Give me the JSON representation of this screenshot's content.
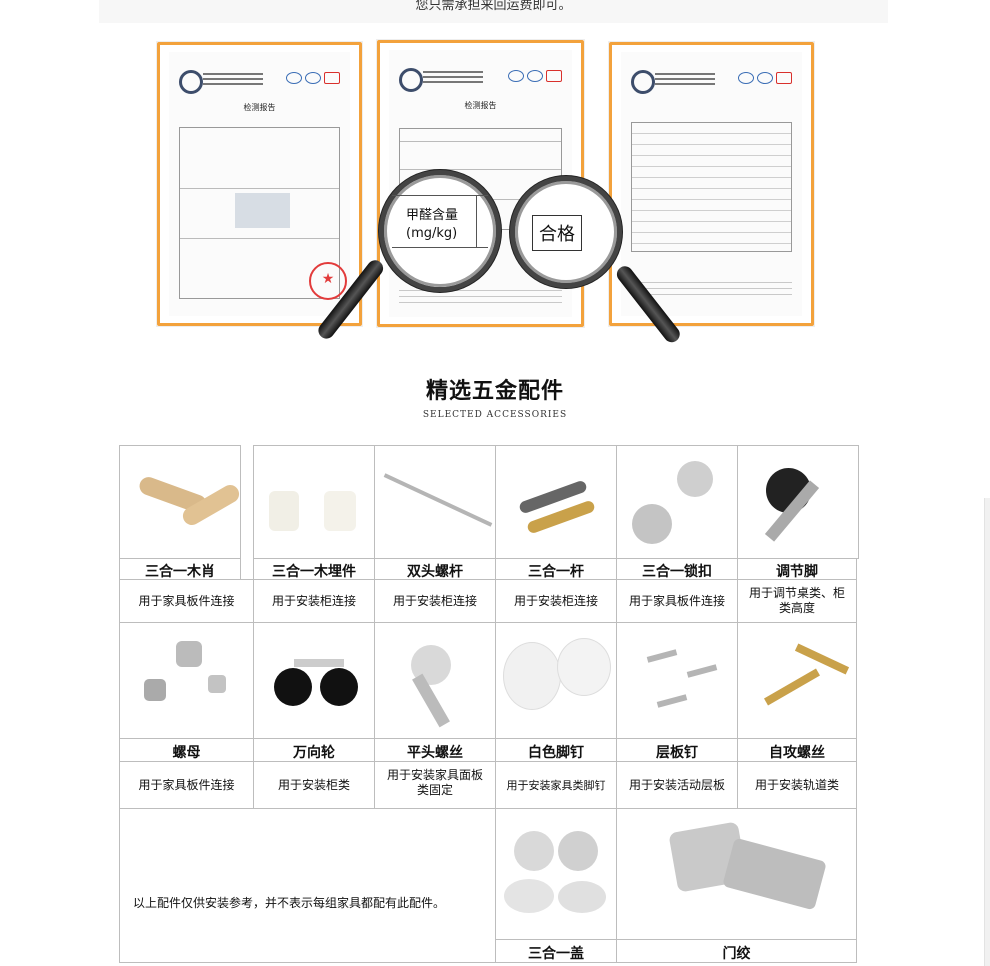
{
  "top_note": "您只需承担来回运费即可。",
  "reports": [
    {
      "title": "检测报告"
    },
    {
      "title": "检测报告"
    },
    {
      "title": "检测报告"
    }
  ],
  "magnifier_left": {
    "label_line1": "甲醛含量",
    "label_line2": "(mg/kg)"
  },
  "magnifier_right": {
    "label": "合格"
  },
  "section": {
    "title": "精选五金配件",
    "subtitle": "SELECTED ACCESSORIES"
  },
  "accessories": [
    {
      "name": "三合一木肖",
      "desc": "用于家具板件连接",
      "icon": "wood-dowel"
    },
    {
      "name": "三合一木埋件",
      "desc": "用于安装柜连接",
      "icon": "plastic-insert"
    },
    {
      "name": "双头螺杆",
      "desc": "用于安装柜连接",
      "icon": "double-screw-rod"
    },
    {
      "name": "三合一杆",
      "desc": "用于安装柜连接",
      "icon": "connector-bolt"
    },
    {
      "name": "三合一锁扣",
      "desc": "用于家具板件连接",
      "icon": "cam-lock"
    },
    {
      "name": "调节脚",
      "desc": "用于调节桌类、柜类高度",
      "icon": "adjustable-foot"
    },
    {
      "name": "螺母",
      "desc": "用于家具板件连接",
      "icon": "nuts"
    },
    {
      "name": "万向轮",
      "desc": "用于安装柜类",
      "icon": "caster-wheel"
    },
    {
      "name": "平头螺丝",
      "desc": "用于安装家具面板类固定",
      "icon": "flat-screw"
    },
    {
      "name": "白色脚钉",
      "desc": "用于安装家具类脚钉",
      "icon": "white-foot-nail"
    },
    {
      "name": "层板钉",
      "desc": "用于安装活动层板",
      "icon": "shelf-pin"
    },
    {
      "name": "自攻螺丝",
      "desc": "用于安装轨道类",
      "icon": "self-tapping-screw"
    }
  ],
  "bottom_note": "以上配件仅供安装参考，并不表示每组家具都配有此配件。",
  "bottom_items": [
    {
      "name": "三合一盖",
      "icon": "cover-cap"
    },
    {
      "name": "门绞",
      "icon": "door-hinge"
    }
  ],
  "colors": {
    "frame": "#f3a23c",
    "border": "#bdbdbd",
    "stamp": "#e23b3b"
  }
}
